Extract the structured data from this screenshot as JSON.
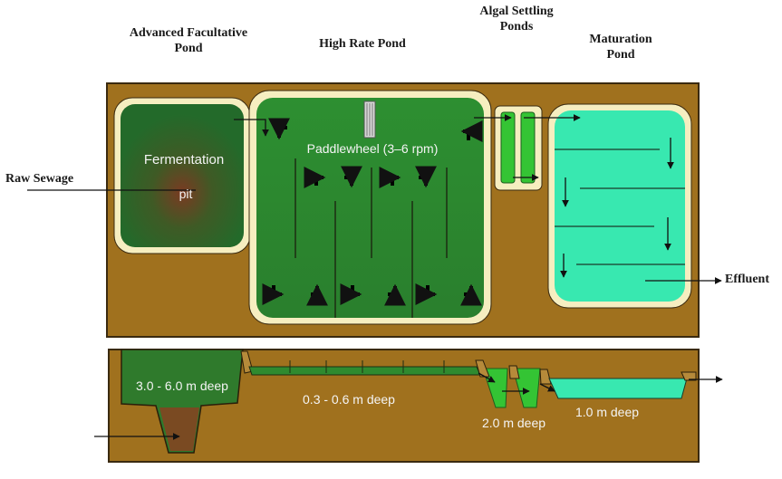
{
  "labels": {
    "facultative_line1": "Advanced Facultative",
    "facultative_line2": "Pond",
    "high_rate": "High Rate Pond",
    "algal_line1": "Algal Settling",
    "algal_line2": "Ponds",
    "maturation_line1": "Maturation",
    "maturation_line2": "Pond",
    "raw_sewage": "Raw Sewage",
    "effluent": "Effluent"
  },
  "plan": {
    "fermentation": "Fermentation",
    "pit": "pit",
    "paddlewheel": "Paddlewheel (3–6 rpm)"
  },
  "section": {
    "depth_facultative": "3.0 - 6.0 m deep",
    "depth_high_rate": "0.3 - 0.6 m deep",
    "depth_algal": "2.0 m deep",
    "depth_maturation": "1.0 m deep"
  },
  "colors": {
    "ground": "#a0711e",
    "border": "#3a2a10",
    "pond_green": "#2f8a2f",
    "pond_dark": "#1f5f24",
    "maturation": "#38e8b0",
    "algal": "#34c434",
    "rim": "#f6eec0"
  }
}
